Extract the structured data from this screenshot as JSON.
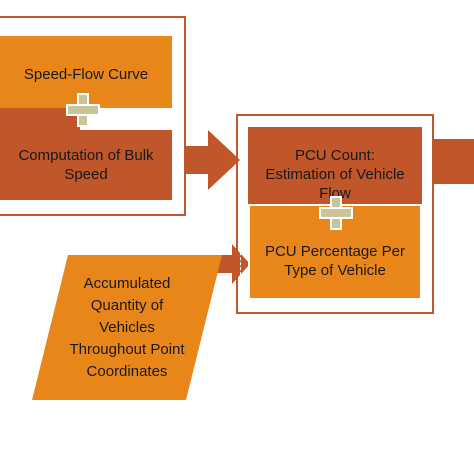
{
  "colors": {
    "orange": "#e8861a",
    "rust": "#c0562a",
    "plus": "#c9c49a"
  },
  "nodes": {
    "speed_flow": "Speed-Flow Curve",
    "bulk_speed": "Computation of Bulk Speed",
    "pcu_count": "PCU Count: Estimation of Vehicle Flow",
    "pcu_percentage": "PCU Percentage Per Type of Vehicle",
    "accumulated": "Accumulated Quantity of Vehicles Throughout Point Coordinates"
  },
  "icons": {
    "plus": "plus-icon",
    "arrow": "right-arrow"
  }
}
